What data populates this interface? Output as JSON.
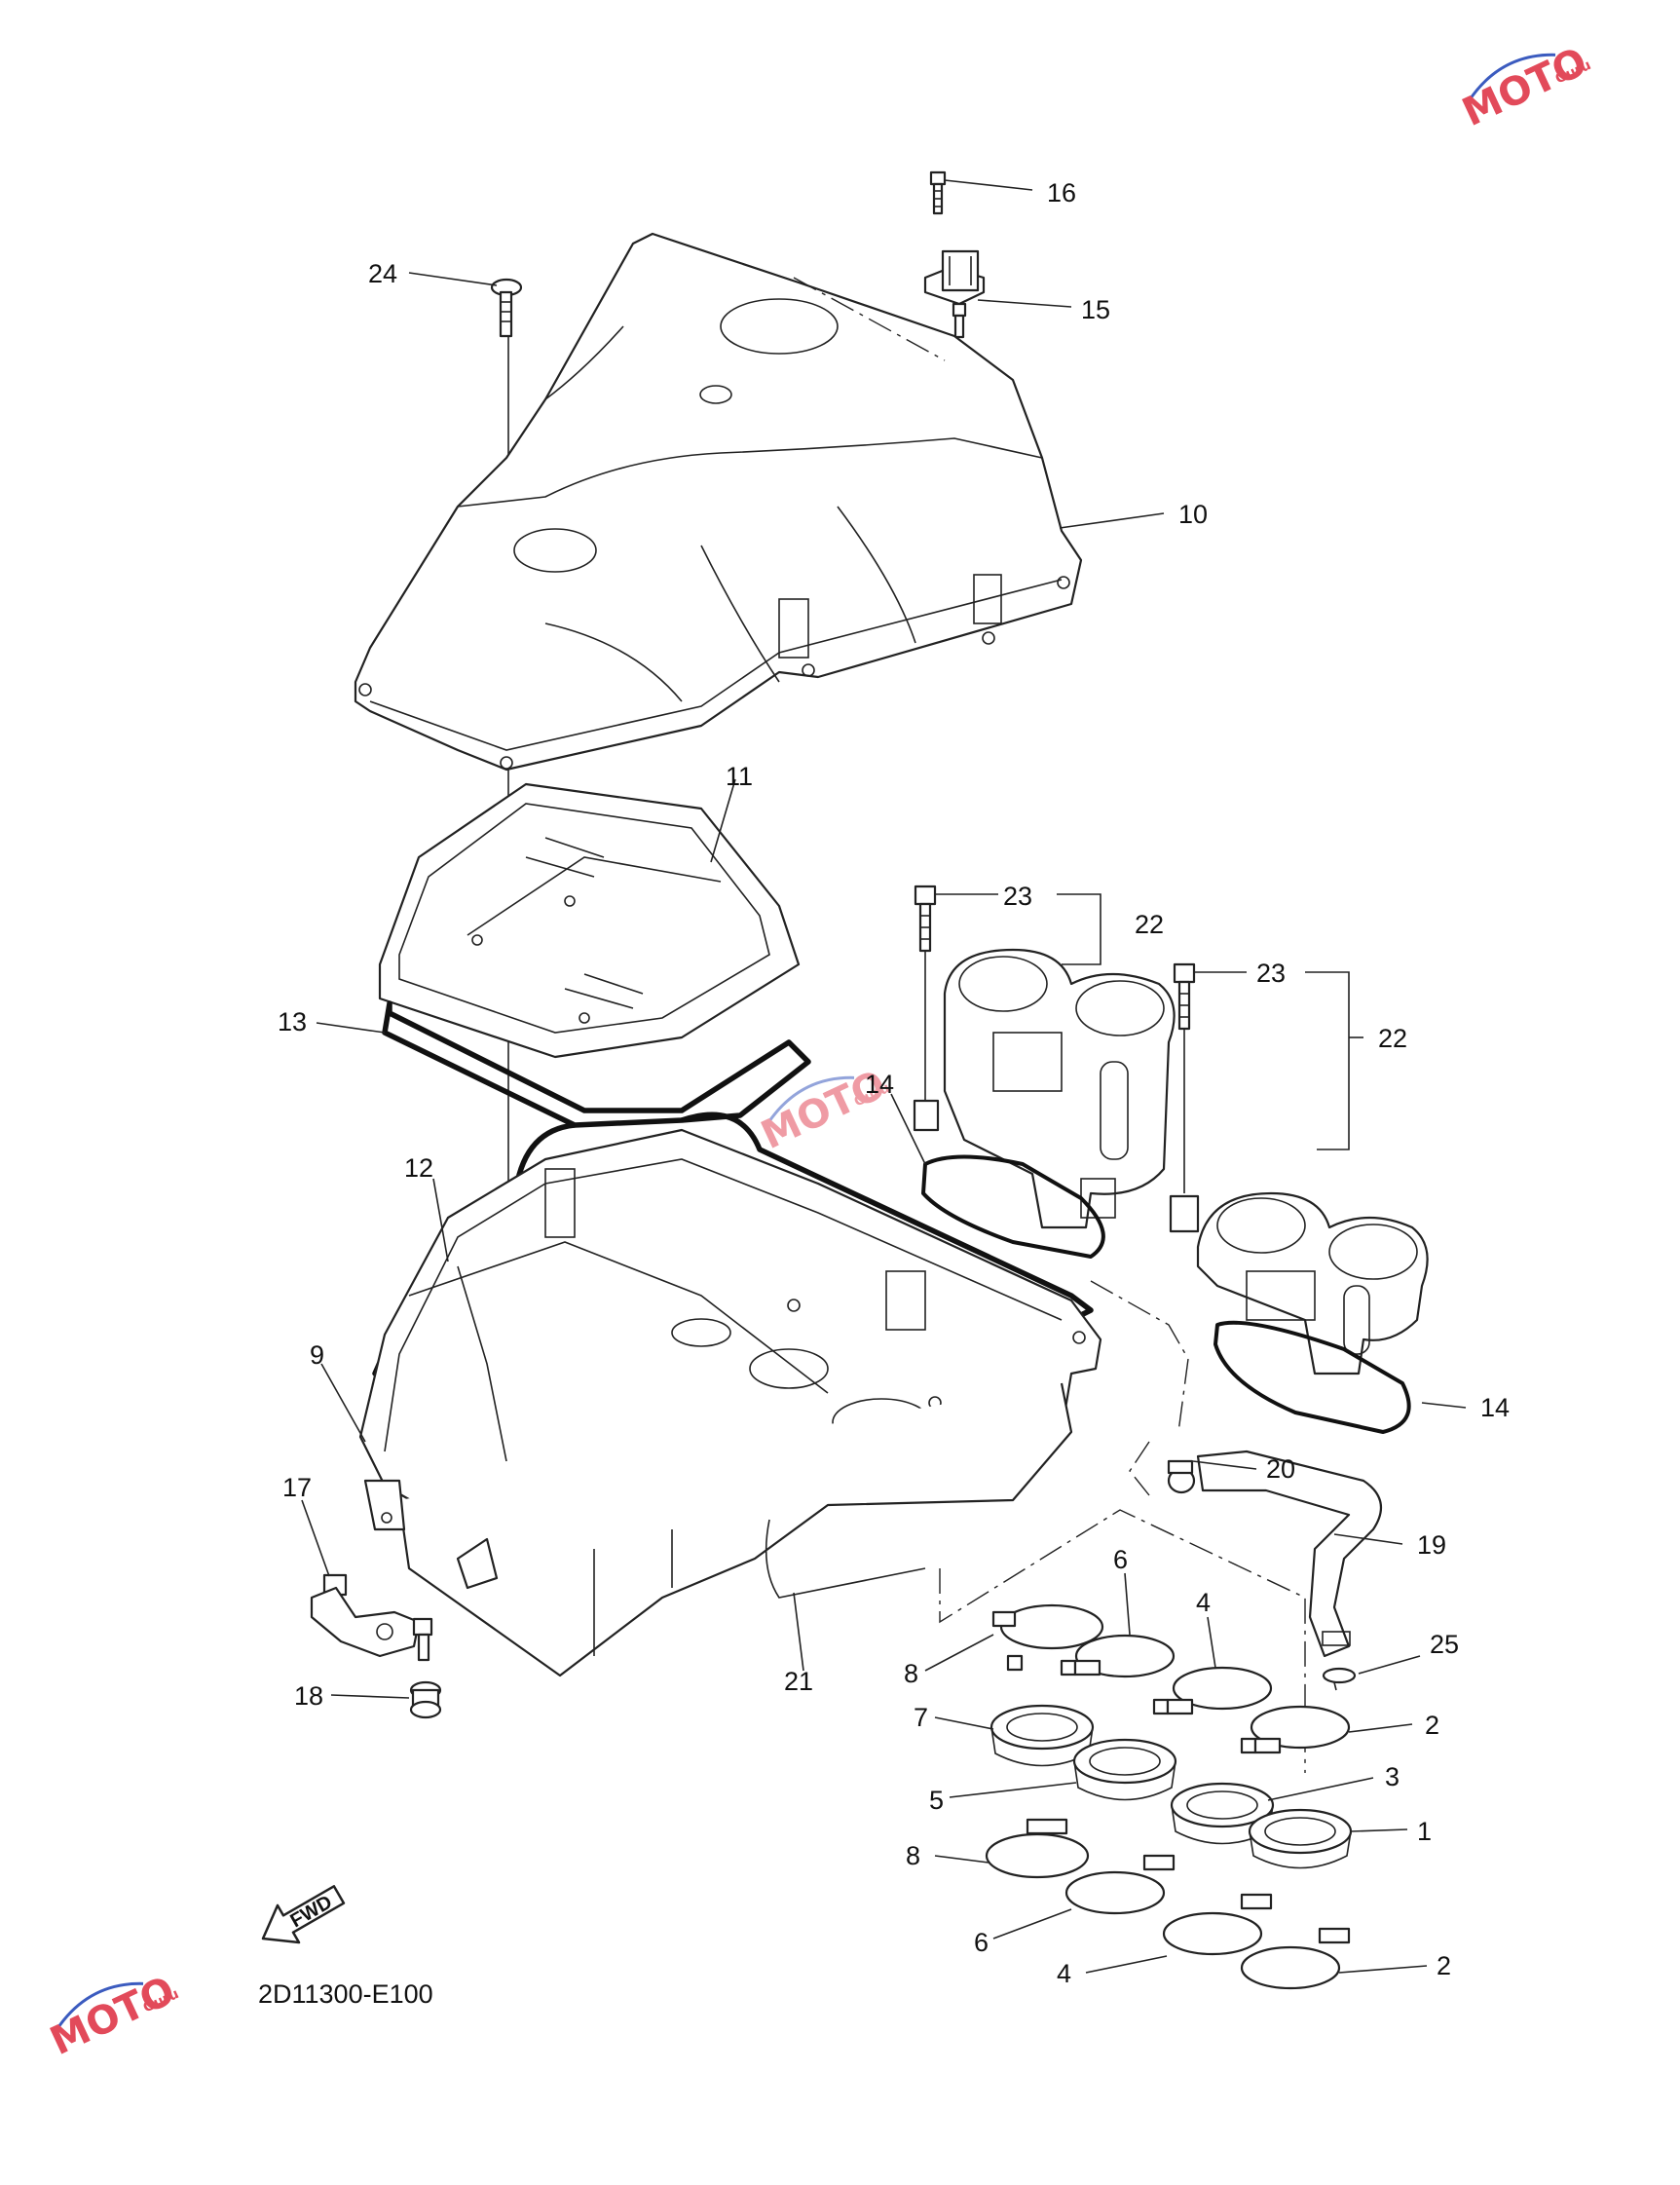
{
  "diagram": {
    "code": "2D11300-E100",
    "fwd_label": "FWD",
    "callouts": [
      {
        "id": "c16",
        "text": "16"
      },
      {
        "id": "c15",
        "text": "15"
      },
      {
        "id": "c24",
        "text": "24"
      },
      {
        "id": "c10",
        "text": "10"
      },
      {
        "id": "c11",
        "text": "11"
      },
      {
        "id": "c23a",
        "text": "23"
      },
      {
        "id": "c22a",
        "text": "22"
      },
      {
        "id": "c23b",
        "text": "23"
      },
      {
        "id": "c22b",
        "text": "22"
      },
      {
        "id": "c13",
        "text": "13"
      },
      {
        "id": "c14a",
        "text": "14"
      },
      {
        "id": "c12",
        "text": "12"
      },
      {
        "id": "c9",
        "text": "9"
      },
      {
        "id": "c14b",
        "text": "14"
      },
      {
        "id": "c20",
        "text": "20"
      },
      {
        "id": "c17",
        "text": "17"
      },
      {
        "id": "c19",
        "text": "19"
      },
      {
        "id": "c6a",
        "text": "6"
      },
      {
        "id": "c4a",
        "text": "4"
      },
      {
        "id": "c25",
        "text": "25"
      },
      {
        "id": "c21",
        "text": "21"
      },
      {
        "id": "c8a",
        "text": "8"
      },
      {
        "id": "c18",
        "text": "18"
      },
      {
        "id": "c7",
        "text": "7"
      },
      {
        "id": "c2a",
        "text": "2"
      },
      {
        "id": "c3",
        "text": "3"
      },
      {
        "id": "c5",
        "text": "5"
      },
      {
        "id": "c1",
        "text": "1"
      },
      {
        "id": "c8b",
        "text": "8"
      },
      {
        "id": "c6b",
        "text": "6"
      },
      {
        "id": "c4b",
        "text": "4"
      },
      {
        "id": "c2b",
        "text": "2"
      }
    ]
  },
  "watermark": {
    "text": "MOTO",
    "subtext": "Guru",
    "color": "#e24a5a",
    "accent": "#3b5bbf"
  }
}
